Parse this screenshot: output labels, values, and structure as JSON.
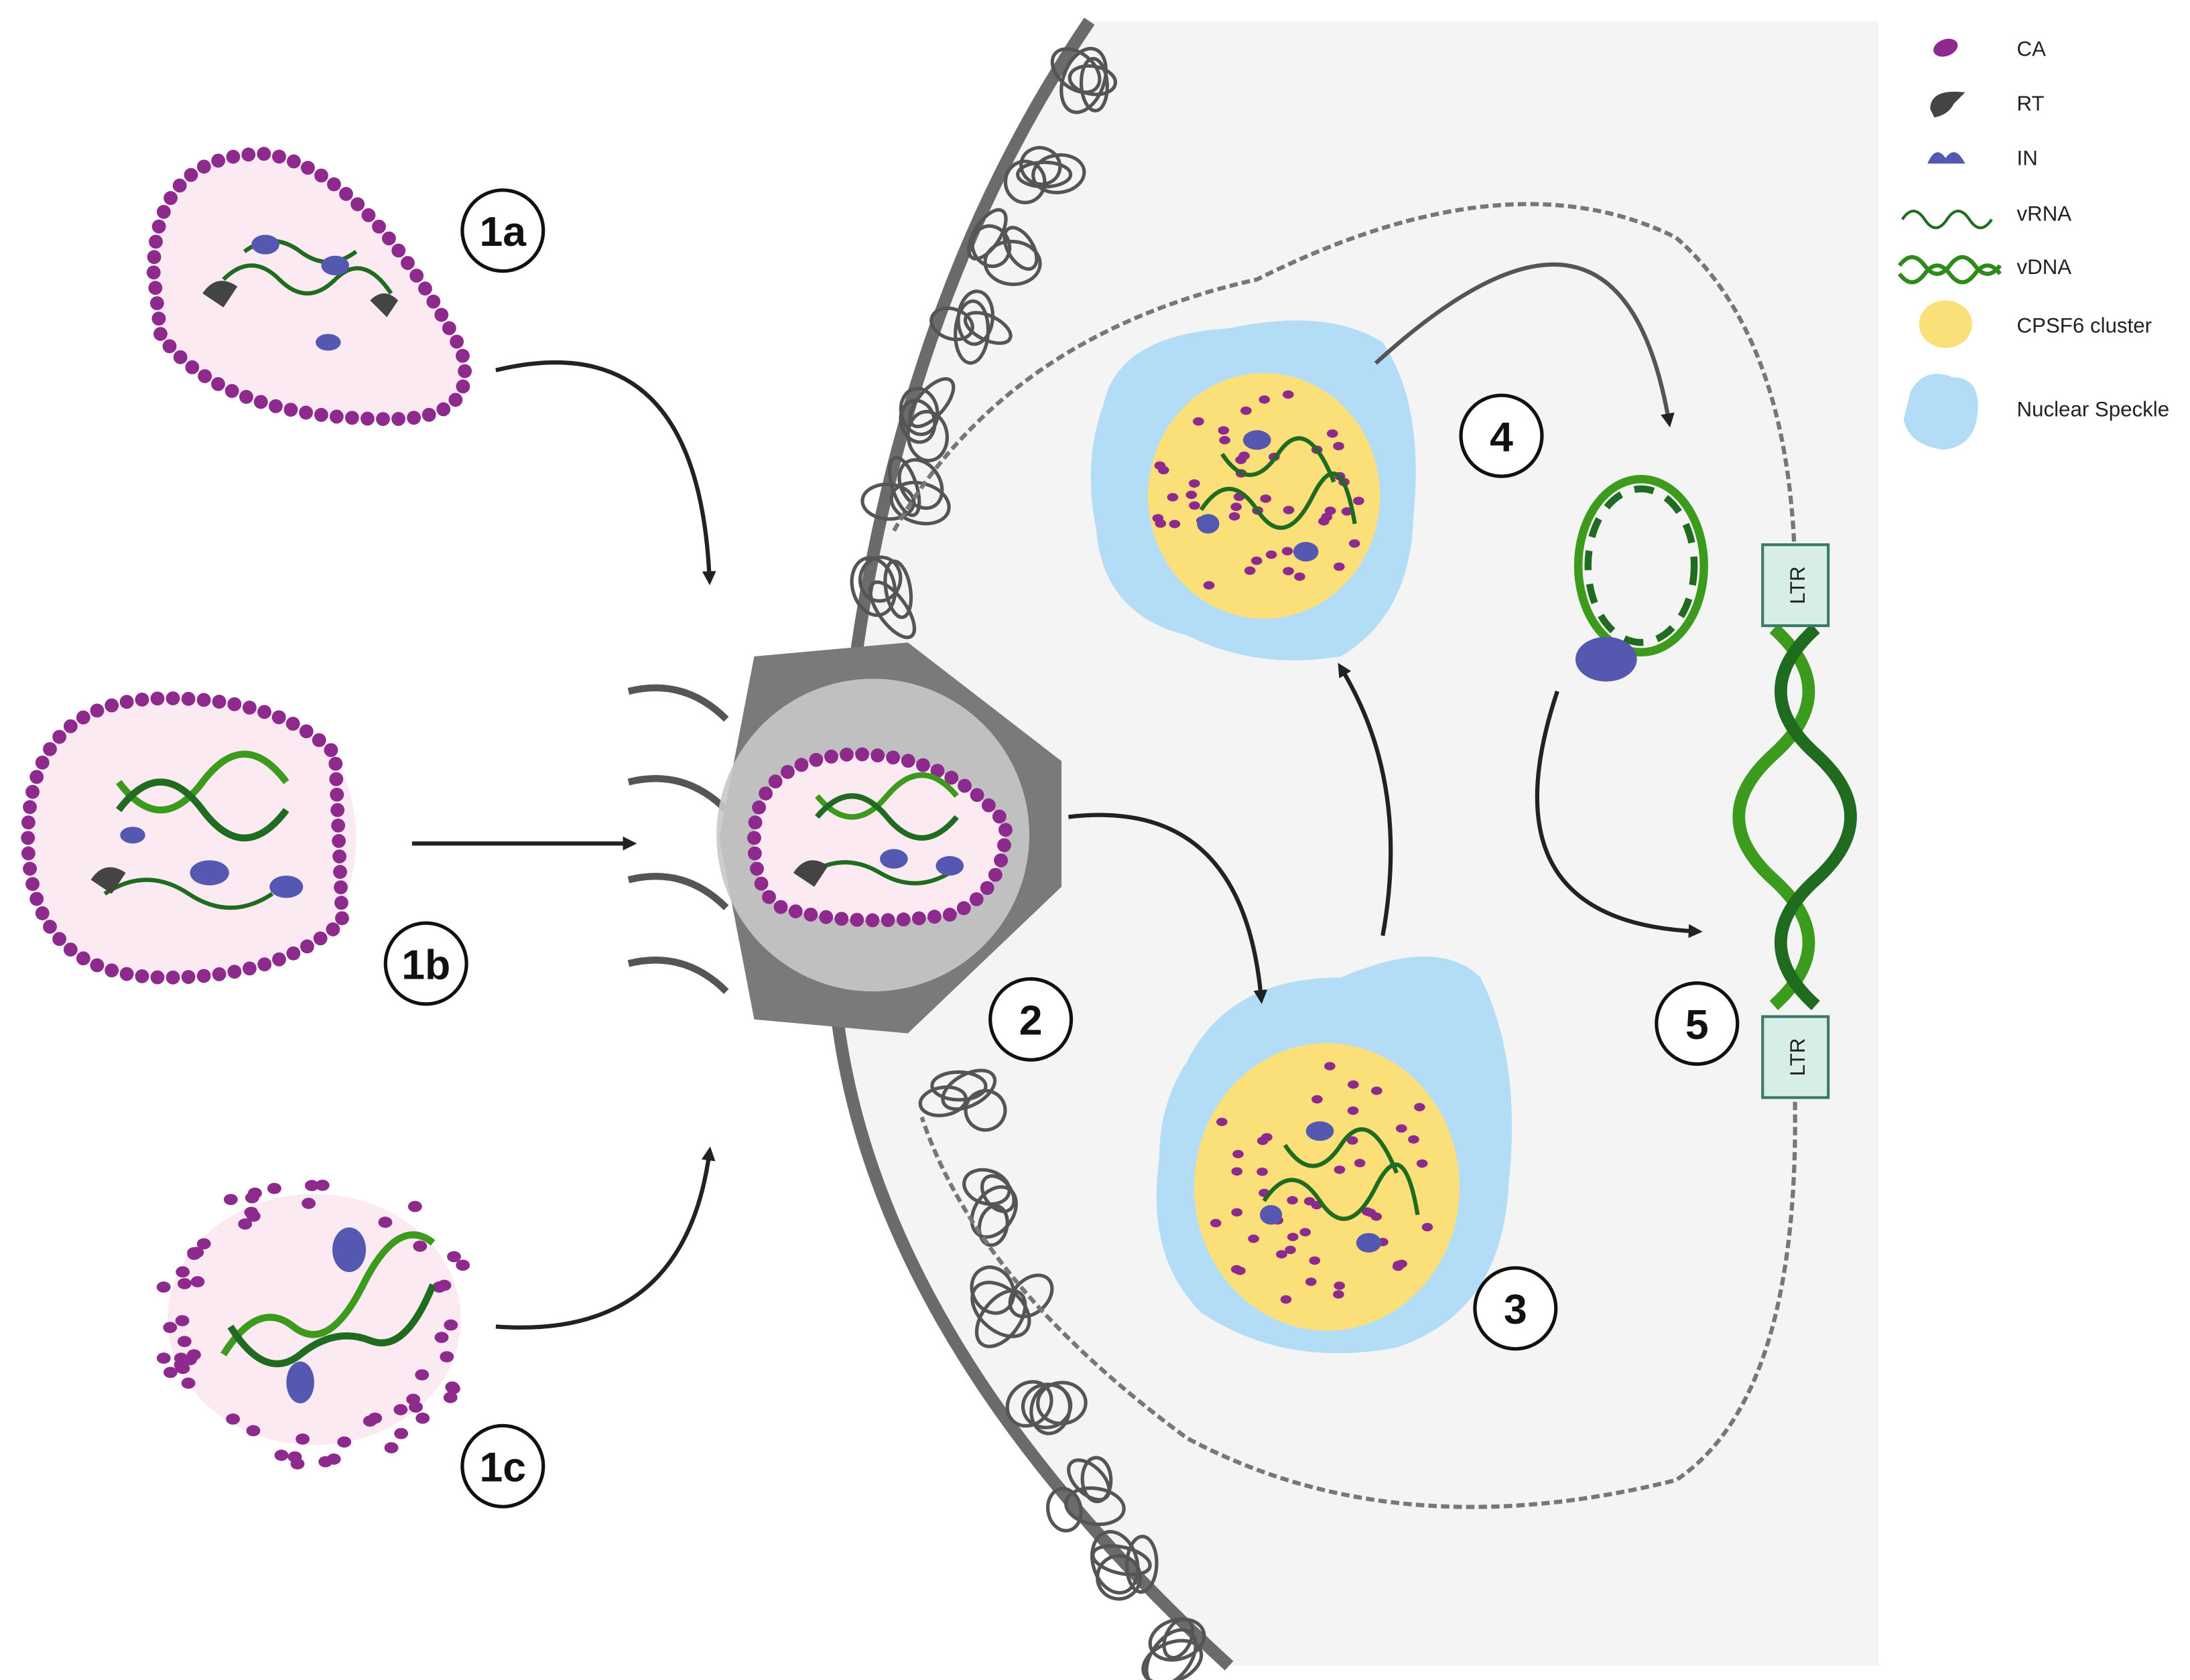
{
  "colors": {
    "capsid": "#8e2a8e",
    "rt": "#444444",
    "integrase": "#5558b0",
    "vrna": "#1f6b1f",
    "vdna_light": "#3c9a1c",
    "cpsf6": "#fbe07a",
    "speckle": "#b3dcf7",
    "nucleus_bg": "#f4f4f4",
    "envelope": "#6b6b6b",
    "particle_fill": "#fbeaf2"
  },
  "steps": [
    "1a",
    "1b",
    "1c",
    "2",
    "3",
    "4",
    "5"
  ],
  "ltr_labels": [
    "LTR",
    "LTR"
  ],
  "legend": [
    {
      "icon": "ca-icon",
      "label": "CA"
    },
    {
      "icon": "rt-icon",
      "label": "RT"
    },
    {
      "icon": "in-icon",
      "label": "IN"
    },
    {
      "icon": "vrna-icon",
      "label": "vRNA"
    },
    {
      "icon": "vdna-icon",
      "label": "vDNA"
    },
    {
      "icon": "cpsf6-icon",
      "label": "CPSF6 cluster"
    },
    {
      "icon": "speckle-icon",
      "label": "Nuclear Speckle"
    }
  ]
}
